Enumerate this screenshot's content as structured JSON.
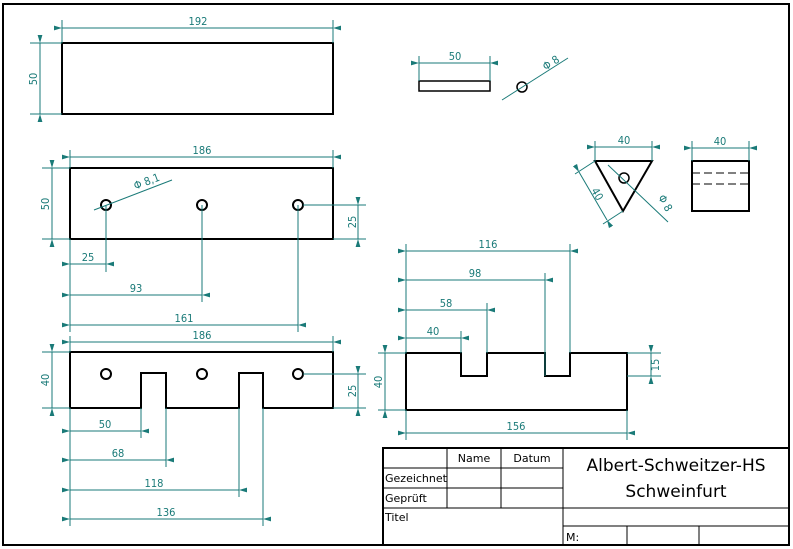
{
  "colors": {
    "dimension": "#1a7a78",
    "outline": "#000000"
  },
  "dims": {
    "v1_len": "192",
    "v1_h": "50",
    "v2_len": "186",
    "v2_h": "50",
    "v2_hole": "Φ 8,1",
    "v2_right": "25",
    "v2_x1": "25",
    "v2_x2": "93",
    "v2_x3": "161",
    "v3_len": "186",
    "v3_h": "40",
    "v3_right": "25",
    "v3_x1": "50",
    "v3_x2": "68",
    "v3_x3": "118",
    "v3_x4": "136",
    "v4_a": "116",
    "v4_b": "98",
    "v4_c": "58",
    "v4_d": "40",
    "v4_len": "156",
    "v4_h": "40",
    "v4_depth": "15",
    "pin_len": "50",
    "pin_dia": "Φ 8",
    "tri_w": "40",
    "tri_side": "40",
    "tri_dia": "Φ 8",
    "blk_w": "40"
  },
  "title_block": {
    "name": "Name",
    "datum": "Datum",
    "gezeichnet": "Gezeichnet",
    "geprueft": "Geprüft",
    "titel": "Titel",
    "school": "Albert-Schweitzer-HS",
    "city": "Schweinfurt",
    "scale": "M:"
  }
}
